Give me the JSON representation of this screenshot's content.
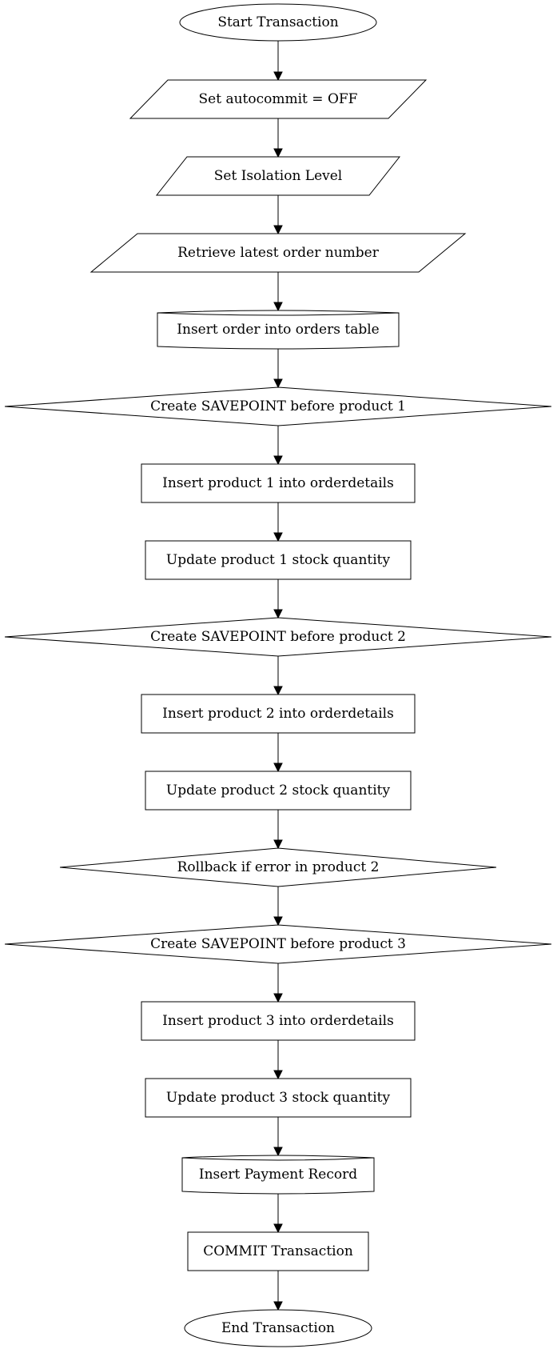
{
  "diagram": {
    "nodes": [
      {
        "id": "start",
        "label": "Start Transaction",
        "shape": "ellipse"
      },
      {
        "id": "autocommit",
        "label": "Set autocommit = OFF",
        "shape": "parallelogram"
      },
      {
        "id": "isolation",
        "label": "Set Isolation Level",
        "shape": "parallelogram"
      },
      {
        "id": "retrieve",
        "label": "Retrieve latest order number",
        "shape": "parallelogram"
      },
      {
        "id": "insert_order",
        "label": "Insert order into orders table",
        "shape": "cylinder"
      },
      {
        "id": "savepoint1",
        "label": "Create SAVEPOINT before product 1",
        "shape": "diamond"
      },
      {
        "id": "insert_p1",
        "label": "Insert product 1 into orderdetails",
        "shape": "rectangle"
      },
      {
        "id": "update_p1",
        "label": "Update product 1 stock quantity",
        "shape": "rectangle"
      },
      {
        "id": "savepoint2",
        "label": "Create SAVEPOINT before product 2",
        "shape": "diamond"
      },
      {
        "id": "insert_p2",
        "label": "Insert product 2 into orderdetails",
        "shape": "rectangle"
      },
      {
        "id": "update_p2",
        "label": "Update product 2 stock quantity",
        "shape": "rectangle"
      },
      {
        "id": "rollback_p2",
        "label": "Rollback if error in product 2",
        "shape": "diamond"
      },
      {
        "id": "savepoint3",
        "label": "Create SAVEPOINT before product 3",
        "shape": "diamond"
      },
      {
        "id": "insert_p3",
        "label": "Insert product 3 into orderdetails",
        "shape": "rectangle"
      },
      {
        "id": "update_p3",
        "label": "Update product 3 stock quantity",
        "shape": "rectangle"
      },
      {
        "id": "insert_payment",
        "label": "Insert Payment Record",
        "shape": "cylinder"
      },
      {
        "id": "commit",
        "label": "COMMIT Transaction",
        "shape": "rectangle"
      },
      {
        "id": "end",
        "label": "End Transaction",
        "shape": "ellipse"
      }
    ],
    "edges": [
      {
        "from": "start",
        "to": "autocommit"
      },
      {
        "from": "autocommit",
        "to": "isolation"
      },
      {
        "from": "isolation",
        "to": "retrieve"
      },
      {
        "from": "retrieve",
        "to": "insert_order"
      },
      {
        "from": "insert_order",
        "to": "savepoint1"
      },
      {
        "from": "savepoint1",
        "to": "insert_p1"
      },
      {
        "from": "insert_p1",
        "to": "update_p1"
      },
      {
        "from": "update_p1",
        "to": "savepoint2"
      },
      {
        "from": "savepoint2",
        "to": "insert_p2"
      },
      {
        "from": "insert_p2",
        "to": "update_p2"
      },
      {
        "from": "update_p2",
        "to": "rollback_p2"
      },
      {
        "from": "rollback_p2",
        "to": "savepoint3"
      },
      {
        "from": "savepoint3",
        "to": "insert_p3"
      },
      {
        "from": "insert_p3",
        "to": "update_p3"
      },
      {
        "from": "update_p3",
        "to": "insert_payment"
      },
      {
        "from": "insert_payment",
        "to": "commit"
      },
      {
        "from": "commit",
        "to": "end"
      }
    ],
    "colors": {
      "stroke": "#000000",
      "fill": "#ffffff",
      "text": "#000000"
    }
  }
}
